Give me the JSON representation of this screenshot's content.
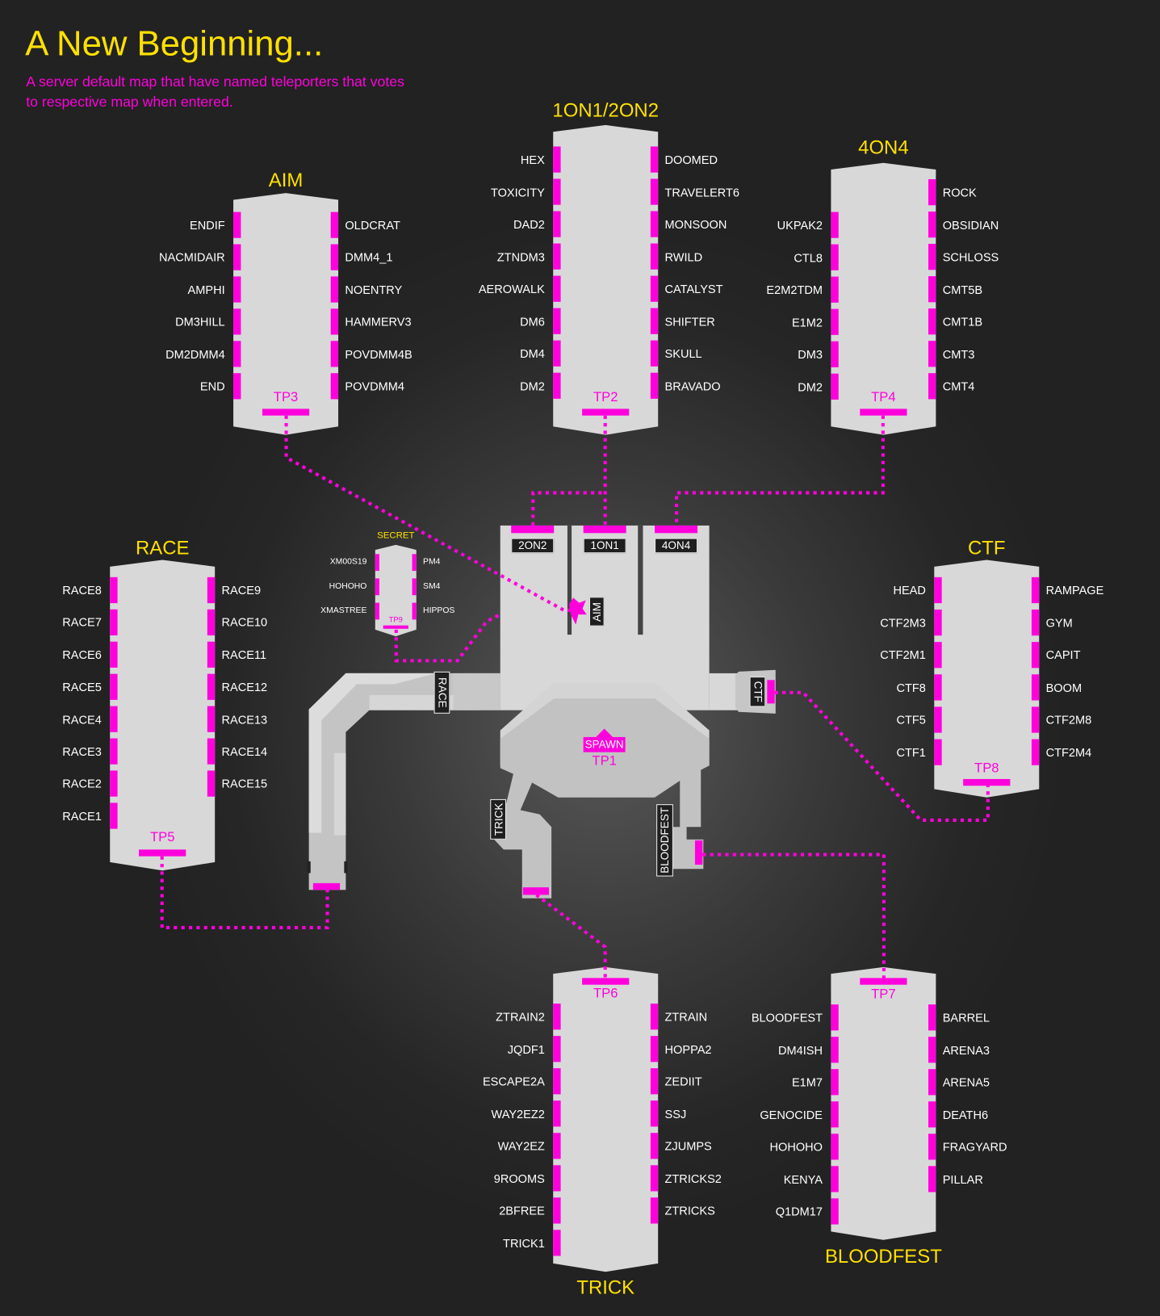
{
  "title": "A New Beginning...",
  "subtitle": "A server default map that have named teleporters that votes to respective map when entered.",
  "colors": {
    "accent_yellow": "#ffe000",
    "accent_magenta": "#ff00dd",
    "background": "#222222",
    "room": "#d8d8d8"
  },
  "panels": {
    "aim": {
      "title": "AIM",
      "tp": "TP3",
      "left": [
        "ENDIF",
        "NACMIDAIR",
        "AMPHI",
        "DM3HILL",
        "DM2DMM4",
        "END"
      ],
      "right": [
        "OLDCRAT",
        "DMM4_1",
        "NOENTRY",
        "HAMMERV3",
        "POVDMM4B",
        "POVDMM4"
      ]
    },
    "duel": {
      "title": "1ON1/2ON2",
      "tp": "TP2",
      "left": [
        "HEX",
        "TOXICITY",
        "DAD2",
        "ZTNDM3",
        "AEROWALK",
        "DM6",
        "DM4",
        "DM2"
      ],
      "right": [
        "DOOMED",
        "TRAVELERT6",
        "MONSOON",
        "RWILD",
        "CATALYST",
        "SHIFTER",
        "SKULL",
        "BRAVADO"
      ]
    },
    "fourvfour": {
      "title": "4ON4",
      "tp": "TP4",
      "left": [
        "UKPAK2",
        "CTL8",
        "E2M2TDM",
        "E1M2",
        "DM3",
        "DM2"
      ],
      "right": [
        "ROCK",
        "OBSIDIAN",
        "SCHLOSS",
        "CMT5B",
        "CMT1B",
        "CMT3",
        "CMT4"
      ]
    },
    "race": {
      "title": "RACE",
      "tp": "TP5",
      "left": [
        "RACE8",
        "RACE7",
        "RACE6",
        "RACE5",
        "RACE4",
        "RACE3",
        "RACE2",
        "RACE1"
      ],
      "right": [
        "RACE9",
        "RACE10",
        "RACE11",
        "RACE12",
        "RACE13",
        "RACE14",
        "RACE15"
      ]
    },
    "ctf": {
      "title": "CTF",
      "tp": "TP8",
      "left": [
        "HEAD",
        "CTF2M3",
        "CTF2M1",
        "CTF8",
        "CTF5",
        "CTF1"
      ],
      "right": [
        "RAMPAGE",
        "GYM",
        "CAPIT",
        "BOOM",
        "CTF2M8",
        "CTF2M4"
      ]
    },
    "trick": {
      "title": "TRICK",
      "tp": "TP6",
      "left": [
        "ZTRAIN2",
        "JQDF1",
        "ESCAPE2A",
        "WAY2EZ2",
        "WAY2EZ",
        "9ROOMS",
        "2BFREE",
        "TRICK1"
      ],
      "right": [
        "ZTRAIN",
        "HOPPA2",
        "ZEDIIT",
        "SSJ",
        "ZJUMPS",
        "ZTRICKS2",
        "ZTRICKS"
      ]
    },
    "bloodfest": {
      "title": "BLOODFEST",
      "tp": "TP7",
      "left": [
        "BLOODFEST",
        "DM4ISH",
        "E1M7",
        "GENOCIDE",
        "HOHOHO",
        "KENYA",
        "Q1DM17"
      ],
      "right": [
        "BARREL",
        "ARENA3",
        "ARENA5",
        "DEATH6",
        "FRAGYARD",
        "PILLAR"
      ]
    },
    "secret": {
      "title": "SECRET",
      "tp": "TP9",
      "left": [
        "XM00S19",
        "HOHOHO",
        "XMASTREE"
      ],
      "right": [
        "PM4",
        "SM4",
        "HIPPOS"
      ]
    }
  },
  "center": {
    "rooms": {
      "twovtwo": "2ON2",
      "onevone": "1ON1",
      "fourvfour": "4ON4"
    },
    "exits": {
      "aim": "AIM",
      "race": "RACE",
      "trick": "TRICK",
      "bloodfest": "BLOODFEST",
      "ctf": "CTF"
    },
    "spawn": "SPAWN",
    "spawn_tp": "TP1"
  }
}
